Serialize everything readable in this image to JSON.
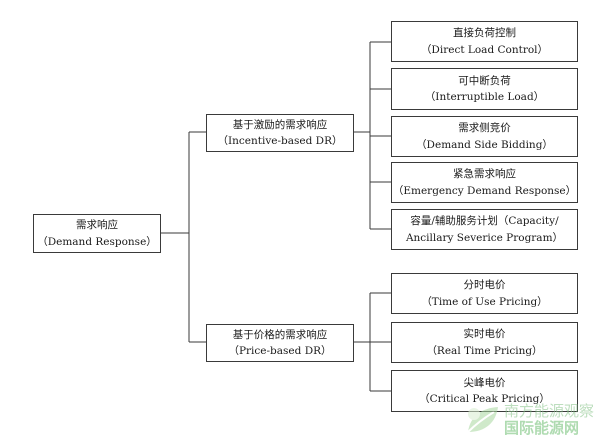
{
  "root": {
    "zh": "需求响应",
    "en": "（Demand Response）"
  },
  "branches": [
    {
      "zh": "基于激励的需求响应",
      "en": "（Incentive-based DR）",
      "items": [
        {
          "zh": "直接负荷控制",
          "en": "（Direct Load Control）"
        },
        {
          "zh": "可中断负荷",
          "en": "（Interruptible Load）"
        },
        {
          "zh": "需求侧竞价",
          "en": "（Demand Side Bidding）"
        },
        {
          "zh": "紧急需求响应",
          "en": "（Emergency Demand Response）"
        },
        {
          "zh": "容量/辅助服务计划（Capacity/",
          "en": "Ancillary Severice Program）"
        }
      ]
    },
    {
      "zh": "基于价格的需求响应",
      "en": "（Price-based DR）",
      "items": [
        {
          "zh": "分时电价",
          "en": "（Time of Use Pricing）"
        },
        {
          "zh": "实时电价",
          "en": "（Real Time Pricing）"
        },
        {
          "zh": "尖峰电价",
          "en": "（Critical Peak Pricing）"
        }
      ]
    }
  ],
  "watermark": {
    "line1": "南方能源观察",
    "line2": "国际能源网"
  }
}
